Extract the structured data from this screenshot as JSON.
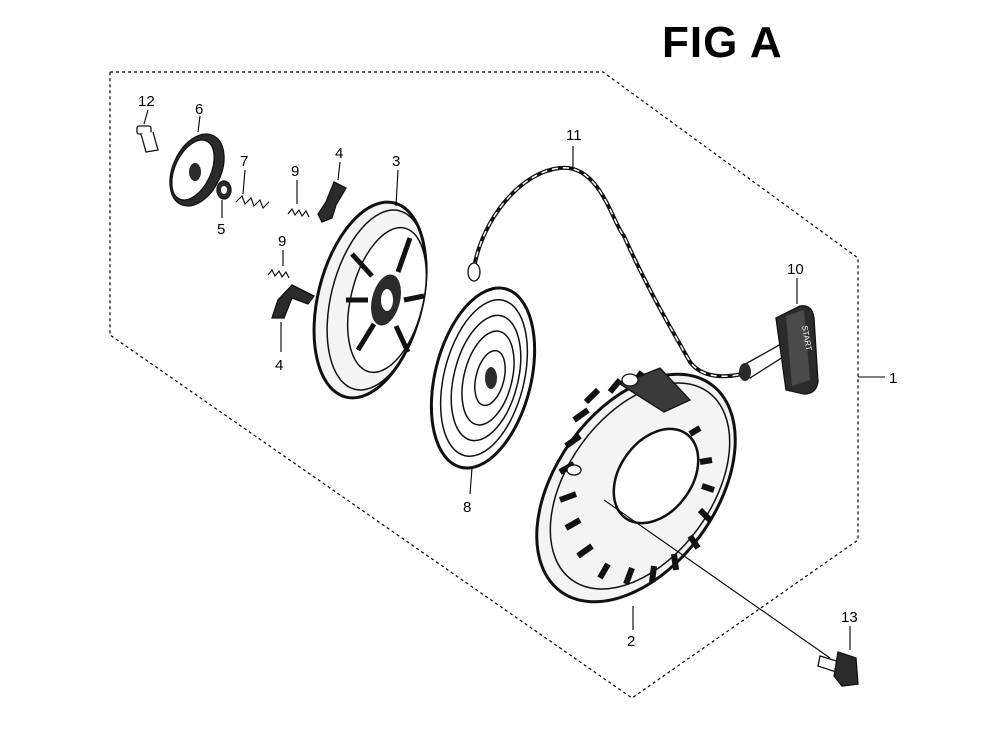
{
  "figure": {
    "title": "FIG A"
  },
  "callouts": [
    "1",
    "2",
    "3",
    "4",
    "4",
    "5",
    "6",
    "7",
    "8",
    "9",
    "9",
    "10",
    "11",
    "12",
    "13"
  ],
  "handle_text": "START"
}
